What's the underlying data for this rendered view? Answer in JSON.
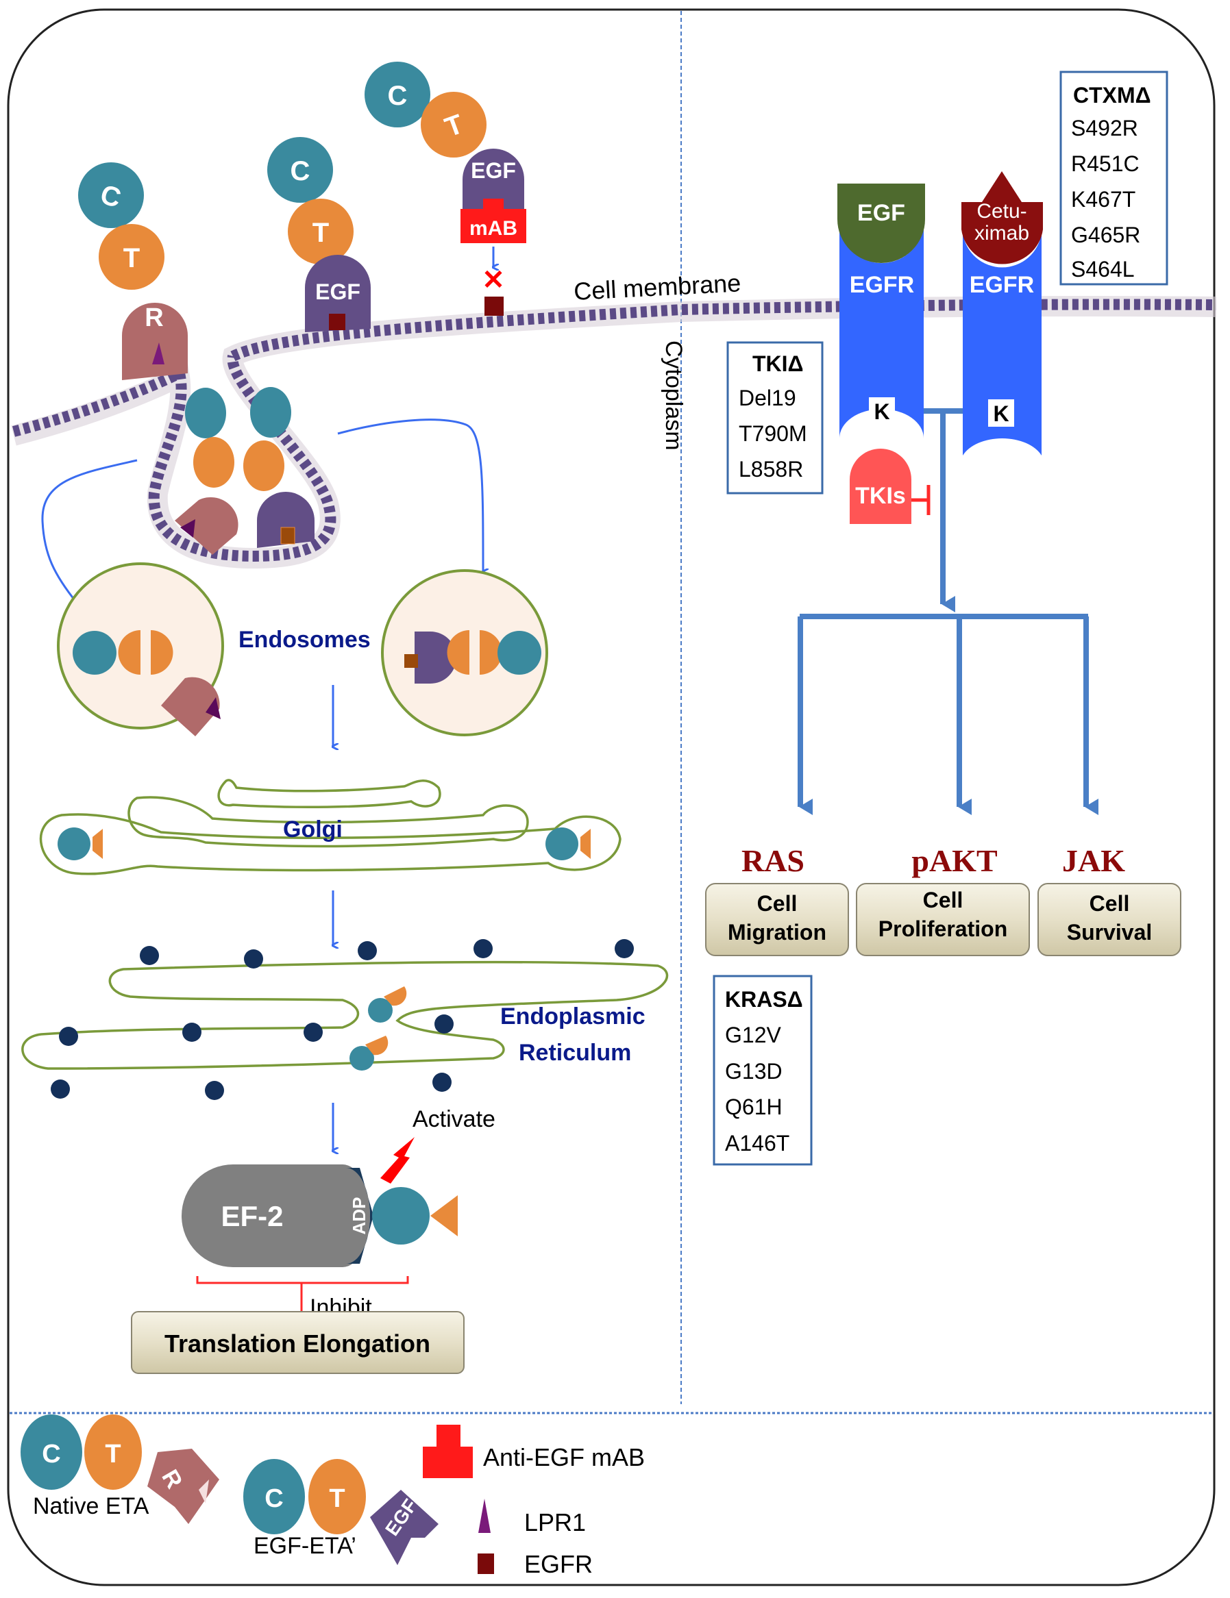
{
  "labels": {
    "cell_membrane": "Cell membrane",
    "cytoplasm": "Cytoplasm",
    "endosomes": "Endosomes",
    "golgi": "Golgi",
    "er_line1": "Endoplasmic",
    "er_line2": "Reticulum",
    "activate": "Activate",
    "inhibit": "Inhibit",
    "translation_elongation": "Translation Elongation",
    "ef2": "EF-2",
    "adp": "ADP"
  },
  "toxin_domains": {
    "c": "C",
    "t": "T",
    "r": "R",
    "egf": "EGF",
    "mab": "mAB"
  },
  "receptors": {
    "egf_ligand": "EGF",
    "cetuximab": "Cetu-\nximab",
    "cetuximab_line1": "Cetu-",
    "cetuximab_line2": "ximab",
    "egfr_left": "EGFR",
    "egfr_right": "EGFR",
    "kinase_left": "K",
    "kinase_right": "K",
    "tkis": "TKIs"
  },
  "mutation_boxes": {
    "ctxm": {
      "title": "CTXMΔ",
      "items": [
        "S492R",
        "R451C",
        "K467T",
        "G465R",
        "S464L"
      ]
    },
    "tki": {
      "title": "TKIΔ",
      "items": [
        "Del19",
        "T790M",
        "L858R"
      ]
    },
    "kras": {
      "title": "KRASΔ",
      "items": [
        "G12V",
        "G13D",
        "Q61H",
        "A146T"
      ]
    }
  },
  "pathways": [
    {
      "kinase": "RAS",
      "line1": "Cell",
      "line2": "Migration"
    },
    {
      "kinase": "pAKT",
      "line1": "Cell",
      "line2": "Proliferation"
    },
    {
      "kinase": "JAK",
      "line1": "Cell",
      "line2": "Survival"
    }
  ],
  "legend": {
    "native_eta": "Native ETA",
    "egf_eta": "EGF-ETA’",
    "anti_egf_mab": "Anti-EGF mAB",
    "lpr1": "LPR1",
    "egfr": "EGFR"
  },
  "colors": {
    "teal": "#3a8a9e",
    "orange": "#e88a3a",
    "rose": "#b06a6a",
    "purple": "#624e86",
    "egfr_blue": "#3366ff",
    "egf_olive": "#4e6a2e",
    "cetuximab_maroon": "#8a0f0f",
    "tki_red": "#ff5555",
    "mab_red": "#ff1a1a",
    "lpr1_purple": "#7a1a7a",
    "egfr_marker": "#7a0a0a",
    "ribosome_navy": "#14305a"
  }
}
